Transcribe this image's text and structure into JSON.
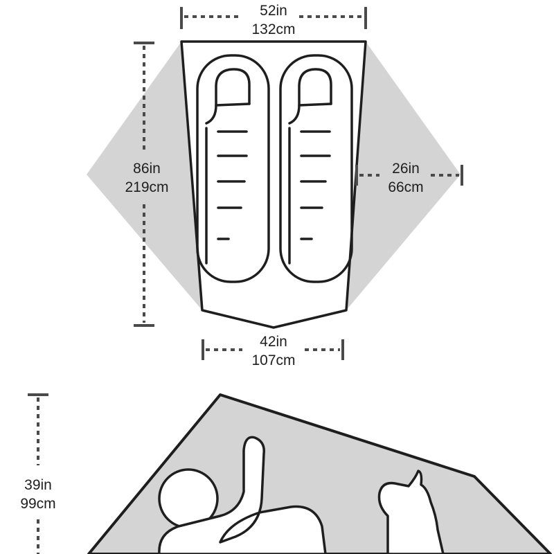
{
  "dimensions": {
    "top_width": {
      "in": "52in",
      "cm": "132cm"
    },
    "length": {
      "in": "86in",
      "cm": "219cm"
    },
    "vestibule": {
      "in": "26in",
      "cm": "66cm"
    },
    "bottom_width": {
      "in": "42in",
      "cm": "107cm"
    },
    "height": {
      "in": "39in",
      "cm": "99cm"
    }
  },
  "colors": {
    "vestibule_fill": "#d4d4d4",
    "floor_fill": "#ffffff",
    "outline": "#1e1e1e",
    "dimension_line": "#4a4a4a"
  }
}
